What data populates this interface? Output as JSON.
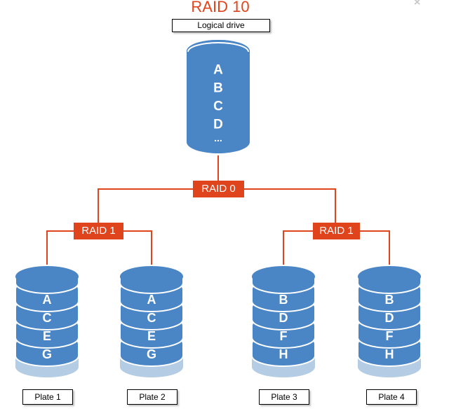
{
  "title": "RAID 10",
  "logical_drive": {
    "label": "Logical drive",
    "letters": [
      "A",
      "B",
      "C",
      "D"
    ],
    "ellipsis": "..."
  },
  "raid_top": "RAID 0",
  "raid_left": "RAID 1",
  "raid_right": "RAID 1",
  "plates": [
    {
      "label": "Plate 1",
      "letters": [
        "A",
        "C",
        "E",
        "G"
      ]
    },
    {
      "label": "Plate 2",
      "letters": [
        "A",
        "C",
        "E",
        "G"
      ]
    },
    {
      "label": "Plate 3",
      "letters": [
        "B",
        "D",
        "F",
        "H"
      ]
    },
    {
      "label": "Plate 4",
      "letters": [
        "B",
        "D",
        "F",
        "H"
      ]
    }
  ],
  "colors": {
    "title": "#e0441d",
    "raid_box": "#e0441d",
    "connector": "#e0441d",
    "disk_blue": "#4a86c5",
    "disk_top": "#6aa1d6",
    "disk_base": "#b4cde4"
  }
}
